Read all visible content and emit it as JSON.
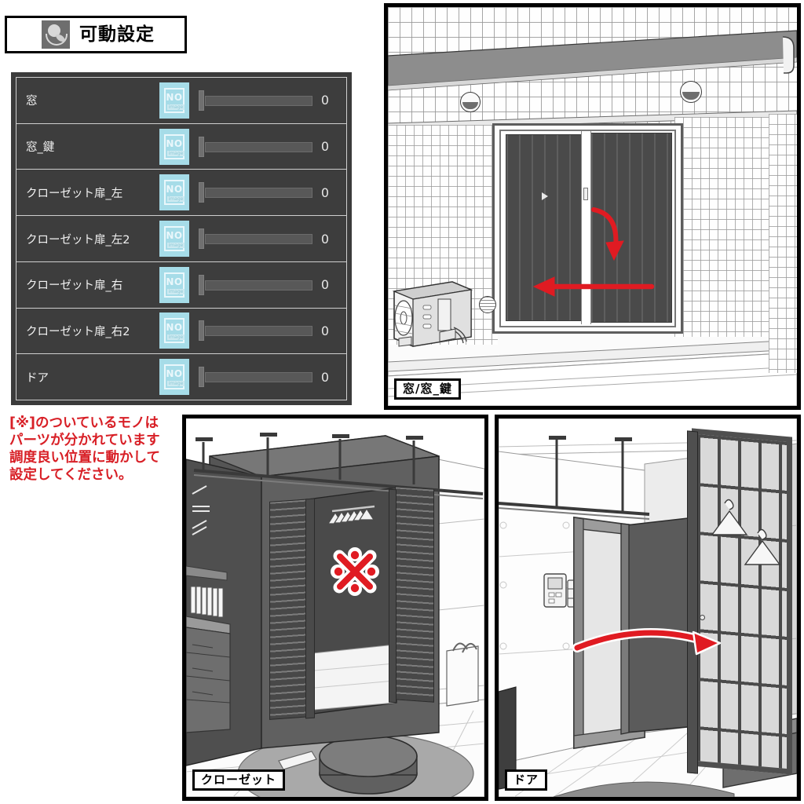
{
  "header": {
    "title": "可動設定",
    "icon": "hand-holding-ball-icon"
  },
  "settings_panel": {
    "columns": [
      "name",
      "thumbnail",
      "slider",
      "value"
    ],
    "thumbnail_placeholder_line1": "NO",
    "thumbnail_placeholder_line2": "image",
    "rows": [
      {
        "label": "窓",
        "value": "0",
        "slider_percent": 0,
        "thumbnail": "no-image"
      },
      {
        "label": "窓_鍵",
        "value": "0",
        "slider_percent": 0,
        "thumbnail": "no-image"
      },
      {
        "label": "クローゼット扉_左",
        "value": "0",
        "slider_percent": 0,
        "thumbnail": "no-image"
      },
      {
        "label": "クローゼット扉_左2",
        "value": "0",
        "slider_percent": 0,
        "thumbnail": "no-image"
      },
      {
        "label": "クローゼット扉_右",
        "value": "0",
        "slider_percent": 0,
        "thumbnail": "no-image"
      },
      {
        "label": "クローゼット扉_右2",
        "value": "0",
        "slider_percent": 0,
        "thumbnail": "no-image"
      },
      {
        "label": "ドア",
        "value": "0",
        "slider_percent": 0,
        "thumbnail": "no-image"
      }
    ]
  },
  "note": {
    "line1": "[※]のついているモノは",
    "line2": "パーツが分かれています",
    "line3": "調度良い位置に動かして",
    "line4": "設定してください。",
    "color": "#d81f26"
  },
  "panels": {
    "window": {
      "caption": "窓/窓_鍵",
      "description": "exterior-balcony-sliding-window-with-blinds-and-air-conditioner",
      "annotations": [
        "straight-left-arrow",
        "curved-down-arrow"
      ]
    },
    "closet": {
      "caption": "クローゼット",
      "description": "bedroom-closet-with-louvered-folding-doors-hangers-track-lights",
      "annotations": [
        "kome-mark"
      ]
    },
    "door": {
      "caption": "ドア",
      "description": "room-entrance-door-with-shoji-grid-panel-and-track-lights",
      "annotations": [
        "curved-right-arrow"
      ]
    }
  },
  "colors": {
    "panel_background": "#3b3b3b",
    "row_background": "#3d3d3d",
    "row_border": "#cfcfcf",
    "label_text": "#f2f2f2",
    "thumbnail_blue": "#a6dce8",
    "slider_track": "#585858",
    "arrow_red": "#e01b22",
    "note_red": "#d81f26",
    "page_background": "#ffffff"
  }
}
